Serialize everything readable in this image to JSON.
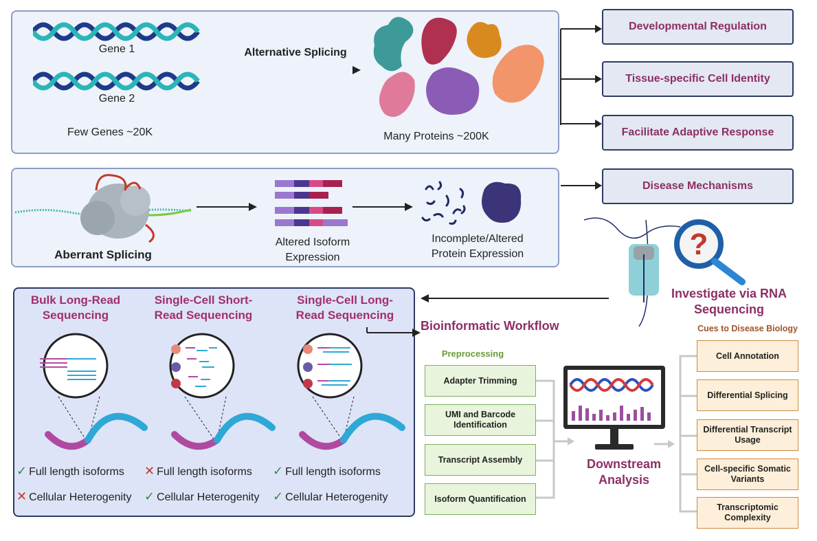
{
  "top_panel": {
    "gene1": "Gene 1",
    "gene2": "Gene 2",
    "few_genes": "Few Genes ~20K",
    "alt_splicing": "Alternative Splicing",
    "many_proteins": "Many Proteins ~200K"
  },
  "outcomes": {
    "developmental": "Developmental Regulation",
    "tissue": "Tissue-specific Cell Identity",
    "adaptive": "Facilitate Adaptive Response",
    "disease": "Disease Mechanisms"
  },
  "middle_panel": {
    "aberrant": "Aberrant Splicing",
    "altered_isoform_1": "Altered Isoform",
    "altered_isoform_2": "Expression",
    "incomplete_1": "Incomplete/Altered",
    "incomplete_2": "Protein Expression"
  },
  "investigate": {
    "line1": "Investigate via RNA",
    "line2": "Sequencing"
  },
  "methods": [
    {
      "title1": "Bulk Long-Read",
      "title2": "Sequencing",
      "check1_sym": "✓",
      "check1": "Full length isoforms",
      "check2_sym": "✕",
      "check2": "Cellular Heterogenity"
    },
    {
      "title1": "Single-Cell Short-",
      "title2": "Read Sequencing",
      "check1_sym": "✕",
      "check1": "Full length isoforms",
      "check2_sym": "✓",
      "check2": "Cellular Heterogenity"
    },
    {
      "title1": "Single-Cell Long-",
      "title2": "Read Sequencing",
      "check1_sym": "✓",
      "check1": "Full length isoforms",
      "check2_sym": "✓",
      "check2": "Cellular Heterogenity"
    }
  ],
  "workflow": {
    "title": "Bioinformatic Workflow",
    "preprocessing": "Preprocessing",
    "steps": [
      "Adapter Trimming",
      "UMI and Barcode Identification",
      "Transcript Assembly",
      "Isoform Quantification"
    ],
    "downstream1": "Downstream",
    "downstream2": "Analysis",
    "cues_title": "Cues to Disease Biology",
    "cues": [
      "Cell Annotation",
      "Differential Splicing",
      "Differential Transcript Usage",
      "Cell-specific Somatic Variants",
      "Transcriptomic Complexity"
    ]
  },
  "colors": {
    "accent": "#8c2f66",
    "panel_border": "#8d9dc4",
    "outcome_border": "#2e3a63",
    "preprocess_green": "#7bb05a",
    "cue_orange": "#c98b3a"
  }
}
